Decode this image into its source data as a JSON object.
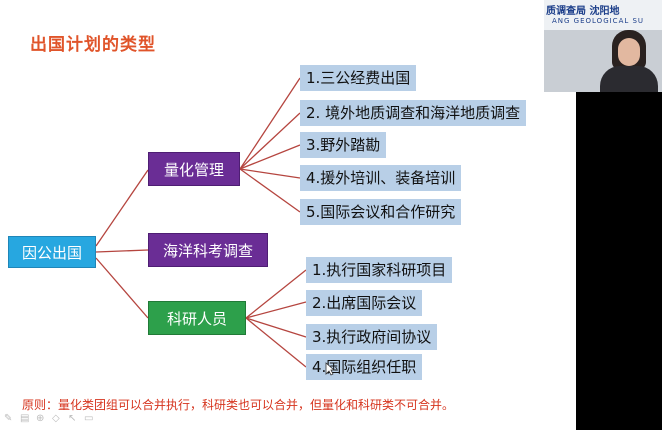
{
  "slide": {
    "title": "出国计划的类型",
    "root": "因公出国",
    "branches": {
      "quantified": "量化管理",
      "ocean": "海洋科考调查",
      "research": "科研人员"
    },
    "quantified_items": [
      "1.三公经费出国",
      "2. 境外地质调查和海洋地质调查",
      "3.野外踏勘",
      "4.援外培训、装备培训",
      "5.国际会议和合作研究"
    ],
    "research_items": [
      "1.执行国家科研项目",
      "2.出席国际会议",
      "3.执行政府间协议",
      "4.国际组织任职"
    ],
    "principle": "原则：量化类团组可以合并执行，科研类也可以合并，但量化和科研类不可合并。"
  },
  "webcam": {
    "banner_text": "质调查局 沈阳地",
    "banner_sub": "ANG GEOLOGICAL SU"
  },
  "colors": {
    "title": "#e0542a",
    "root": "#27a7e0",
    "purple": "#6a2d95",
    "green": "#2da04b",
    "leaf": "#b8cfe7",
    "connector": "#b5453f",
    "principle": "#d6341e"
  },
  "toolbar_icons": [
    "pen-icon",
    "slides-icon",
    "zoom-icon",
    "eraser-icon",
    "pointer-icon",
    "menu-icon"
  ]
}
